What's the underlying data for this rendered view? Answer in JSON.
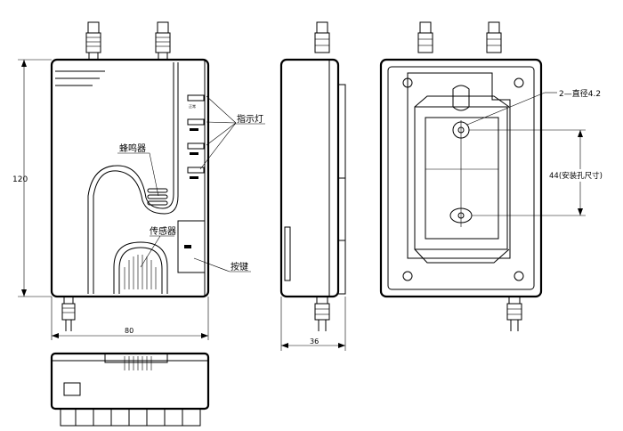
{
  "labels": {
    "indicator": "指示灯",
    "buzzer": "蜂鸣器",
    "sensor": "传感器",
    "button": "按键",
    "led_normal": "正常",
    "hole": "2—直径4.2",
    "hole_spacing": "44(安装孔尺寸)"
  },
  "dimensions": {
    "height": "120",
    "width": "80",
    "depth": "36"
  }
}
